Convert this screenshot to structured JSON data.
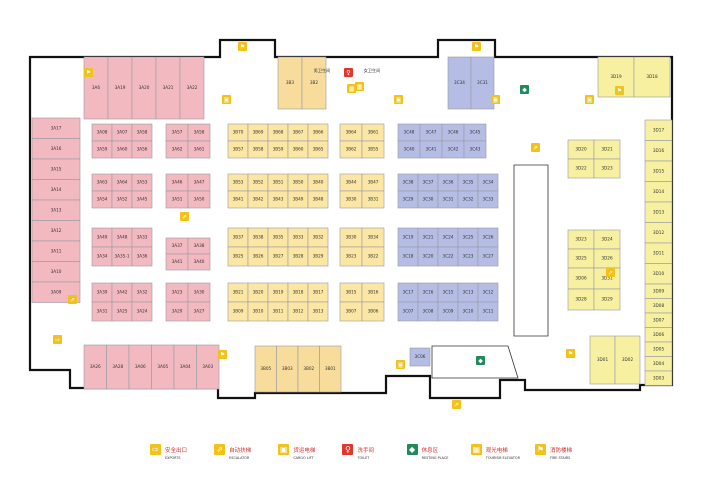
{
  "colors": {
    "retail_pink": "#f3b9c0",
    "retail_yellow": "#fce6a4",
    "retail_tan": "#f8dc9c",
    "retail_blue": "#b5bde4",
    "retail_lime": "#f6f0a0",
    "icon_yellow": "#f2c21a",
    "icon_green": "#1f8a5a",
    "icon_red": "#e2352b"
  },
  "restroom_signs": {
    "male": "男卫生间",
    "female": "女卫生间"
  },
  "zones": {
    "A": [
      "3A6",
      "3A19",
      "3A20",
      "3A21",
      "3A22",
      "3A17",
      "3A16",
      "3A15",
      "3A14",
      "3A13",
      "3A12",
      "3A11",
      "3A10",
      "3A09",
      "3A08",
      "3A07",
      "3A58",
      "3A59",
      "3A60",
      "3A56",
      "3A57",
      "3A58",
      "3A62",
      "3A61",
      "3A63",
      "3A64",
      "3A53",
      "3A54",
      "3A52",
      "3A45",
      "3A46",
      "3A47",
      "3A51",
      "3A50",
      "3A49",
      "3A48",
      "3A33",
      "3A34",
      "3A35-1",
      "3A36",
      "3A37",
      "3A38",
      "3A41",
      "3A40",
      "3A39",
      "3A42",
      "3A32",
      "3A31",
      "3A25",
      "3A24",
      "3A23",
      "3A30",
      "3A29",
      "3A27",
      "3A26",
      "3A28",
      "3A06",
      "3A05",
      "3A04",
      "3A03",
      "3A02",
      "3A01"
    ],
    "B": [
      "3B3",
      "3B2",
      "3B70",
      "3B69",
      "3B68",
      "3B67",
      "3B66",
      "3B57",
      "3B58",
      "3B59",
      "3B60",
      "3B65",
      "3B64",
      "3B61",
      "3B62",
      "3B55",
      "3B53",
      "3B52",
      "3B51",
      "3B50",
      "3B40",
      "3B41",
      "3B42",
      "3B43",
      "3B49",
      "3B48",
      "3B44",
      "3B47",
      "3B30",
      "3B31",
      "3B37",
      "3B38",
      "3B35",
      "3B33",
      "3B32",
      "3B25",
      "3B26",
      "3B27",
      "3B28",
      "3B29",
      "3B30",
      "3B34",
      "3B23",
      "3B22",
      "3B21",
      "3B20",
      "3B19",
      "3B18",
      "3B17",
      "3B09",
      "3B10",
      "3B11",
      "3B12",
      "3B13",
      "3B15",
      "3B16",
      "3B07",
      "3B06",
      "3B05",
      "3B03",
      "3B02",
      "3B01"
    ],
    "C": [
      "3C34",
      "3C31",
      "3C48",
      "3C47",
      "3C46",
      "3C45",
      "3C40",
      "3C41",
      "3C42",
      "3C43",
      "3C38",
      "3C37",
      "3C36",
      "3C35",
      "3C34",
      "3C29",
      "3C30",
      "3C31",
      "3C32",
      "3C33",
      "3C19",
      "3C21",
      "3C24",
      "3C25",
      "3C26",
      "3C18",
      "3C20",
      "3C22",
      "3C23",
      "3C27",
      "3C17",
      "3C16",
      "3C15",
      "3C13",
      "3C12",
      "3C07",
      "3C08",
      "3C09",
      "3C10",
      "3C11",
      "3C06"
    ],
    "D": [
      "3D19",
      "3D18",
      "3D20",
      "3D21",
      "3D22",
      "3D23",
      "3D23",
      "3D24",
      "3D25",
      "3D26",
      "3D17",
      "3D16",
      "3D15",
      "3D14",
      "3D13",
      "3D12",
      "3D11",
      "3D10",
      "3D06",
      "3D31",
      "3D28",
      "3D29",
      "3D09",
      "3D08",
      "3D07",
      "3D06",
      "3D05",
      "3D04",
      "3D03",
      "3D01",
      "3D02"
    ]
  },
  "legend": [
    {
      "cn": "安全出口",
      "en": "EXPORTS",
      "icon": "emergency-exit-icon",
      "color": "#f2c21a"
    },
    {
      "cn": "自动扶梯",
      "en": "ESCALATOR",
      "icon": "escalator-icon",
      "color": "#f2c21a"
    },
    {
      "cn": "货运电梯",
      "en": "CARGO LIFT",
      "icon": "cargo-lift-icon",
      "color": "#f2c21a"
    },
    {
      "cn": "洗手间",
      "en": "TOILET",
      "icon": "toilet-icon",
      "color": "#e2352b"
    },
    {
      "cn": "休息区",
      "en": "RESTING PLACE",
      "icon": "resting-place-icon",
      "color": "#1f8a5a"
    },
    {
      "cn": "观光电梯",
      "en": "TOURISM ELEVATOR",
      "icon": "tourism-elevator-icon",
      "color": "#f2c21a"
    },
    {
      "cn": "消防楼梯",
      "en": "FIRE STAIRS",
      "icon": "fire-stairs-icon",
      "color": "#f2c21a"
    }
  ]
}
